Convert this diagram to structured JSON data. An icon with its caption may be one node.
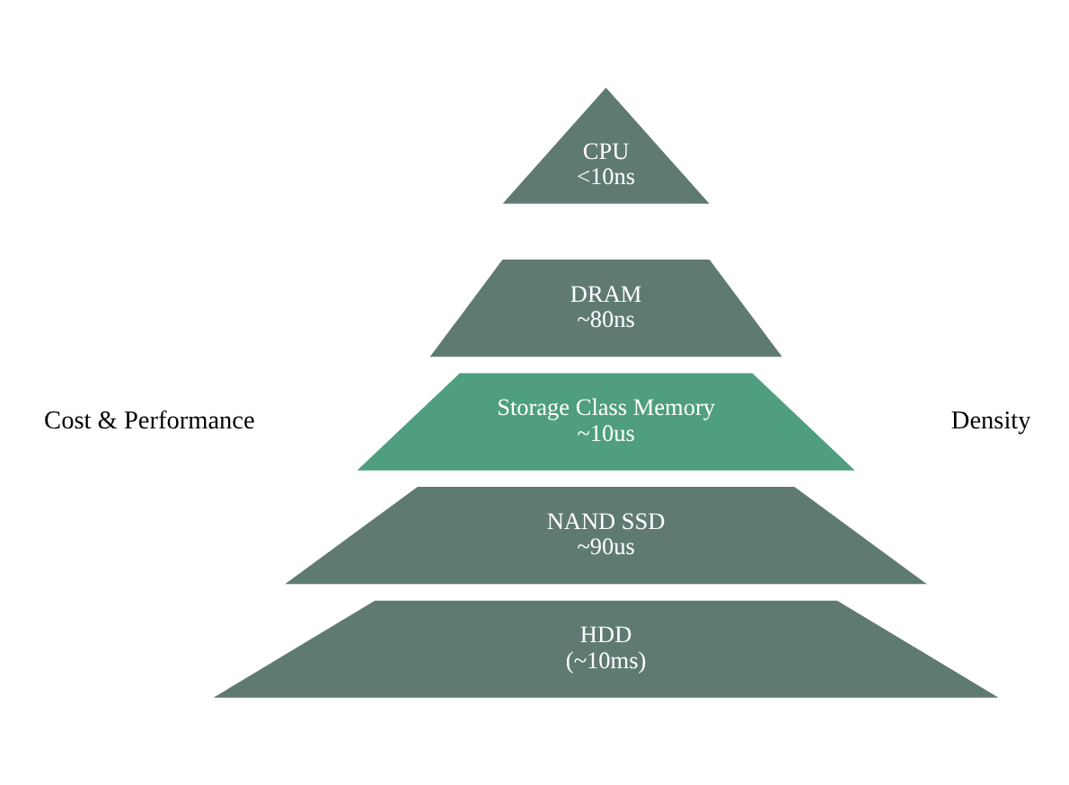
{
  "diagram": {
    "nodes": [
      {
        "text": [
          "CPU",
          "<10ns"
        ]
      },
      {
        "text": [
          "DRAM",
          "~80ns"
        ]
      },
      {
        "text": [
          "Storage Class Memory",
          "~10us"
        ]
      },
      {
        "text": [
          "NAND SSD",
          "~90us"
        ]
      },
      {
        "text": [
          "HDD",
          "(~10ms)"
        ]
      }
    ],
    "edges": [],
    "labels": [
      "Cost & Performance",
      "Density"
    ]
  }
}
